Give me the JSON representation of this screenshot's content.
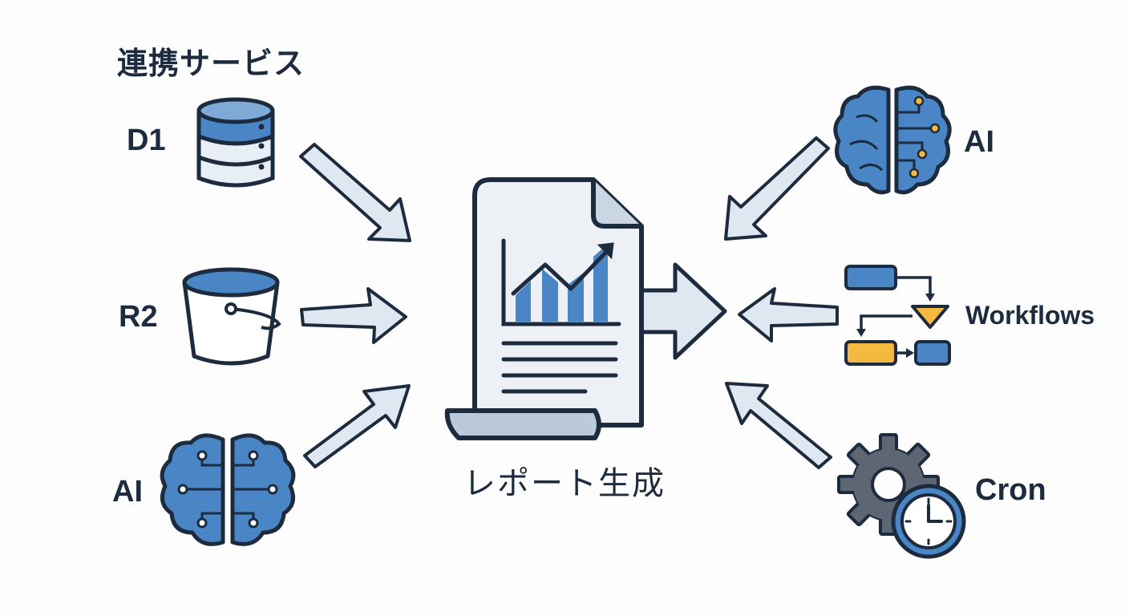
{
  "title": "連携サービス",
  "left_services": [
    {
      "label": "D1",
      "icon": "database-icon"
    },
    {
      "label": "R2",
      "icon": "bucket-icon"
    },
    {
      "label": "AI",
      "icon": "brain-icon"
    }
  ],
  "center": {
    "label": "レポート生成",
    "icon": "report-document-icon"
  },
  "right_services": [
    {
      "label": "AI",
      "icon": "brain-circuit-icon"
    },
    {
      "label": "Workflows",
      "icon": "workflow-icon"
    },
    {
      "label": "Cron",
      "icon": "gear-clock-icon"
    }
  ],
  "colors": {
    "outline": "#1c2b3e",
    "blue": "#4a86c5",
    "light_blue": "#dfe7f1",
    "yellow": "#f5b942",
    "gray": "#5d6672"
  }
}
